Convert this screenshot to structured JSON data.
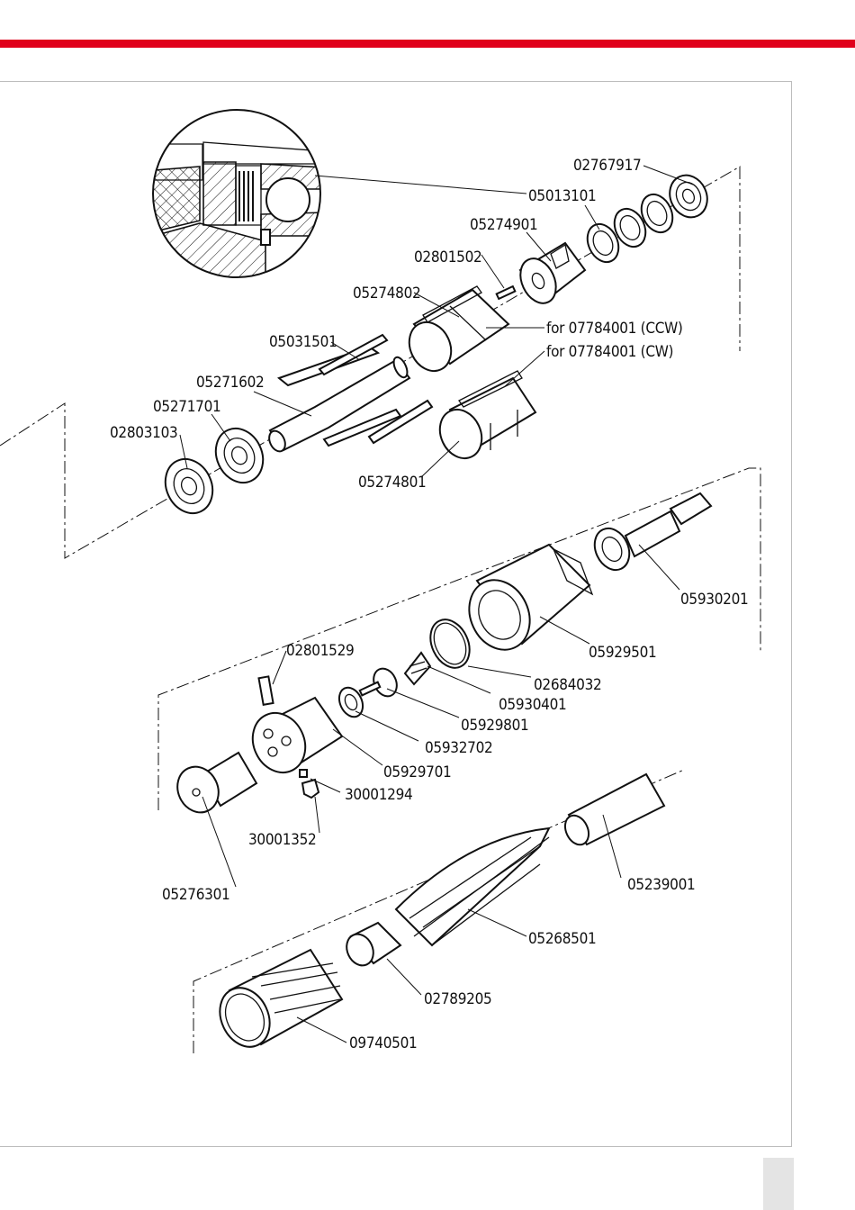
{
  "header": {
    "accent_color": "#e0001b"
  },
  "parts": {
    "p02767917": "02767917",
    "p05013101": "05013101",
    "p05274901": "05274901",
    "p02801502": "02801502",
    "p05274802": "05274802",
    "p07784001_ccw": "for 07784001 (CCW)",
    "p07784001_cw": "for 07784001 (CW)",
    "p05031501": "05031501",
    "p05271602": "05271602",
    "p05271701": "05271701",
    "p02803103": "02803103",
    "p05274801": "05274801",
    "p05930201": "05930201",
    "p05929501": "05929501",
    "p02801529": "02801529",
    "p02684032": "02684032",
    "p05930401": "05930401",
    "p05929801": "05929801",
    "p05932702": "05932702",
    "p05929701": "05929701",
    "p30001294": "30001294",
    "p30001352": "30001352",
    "p05276301": "05276301",
    "p05239001": "05239001",
    "p05268501": "05268501",
    "p02789205": "02789205",
    "p09740501": "09740501"
  }
}
